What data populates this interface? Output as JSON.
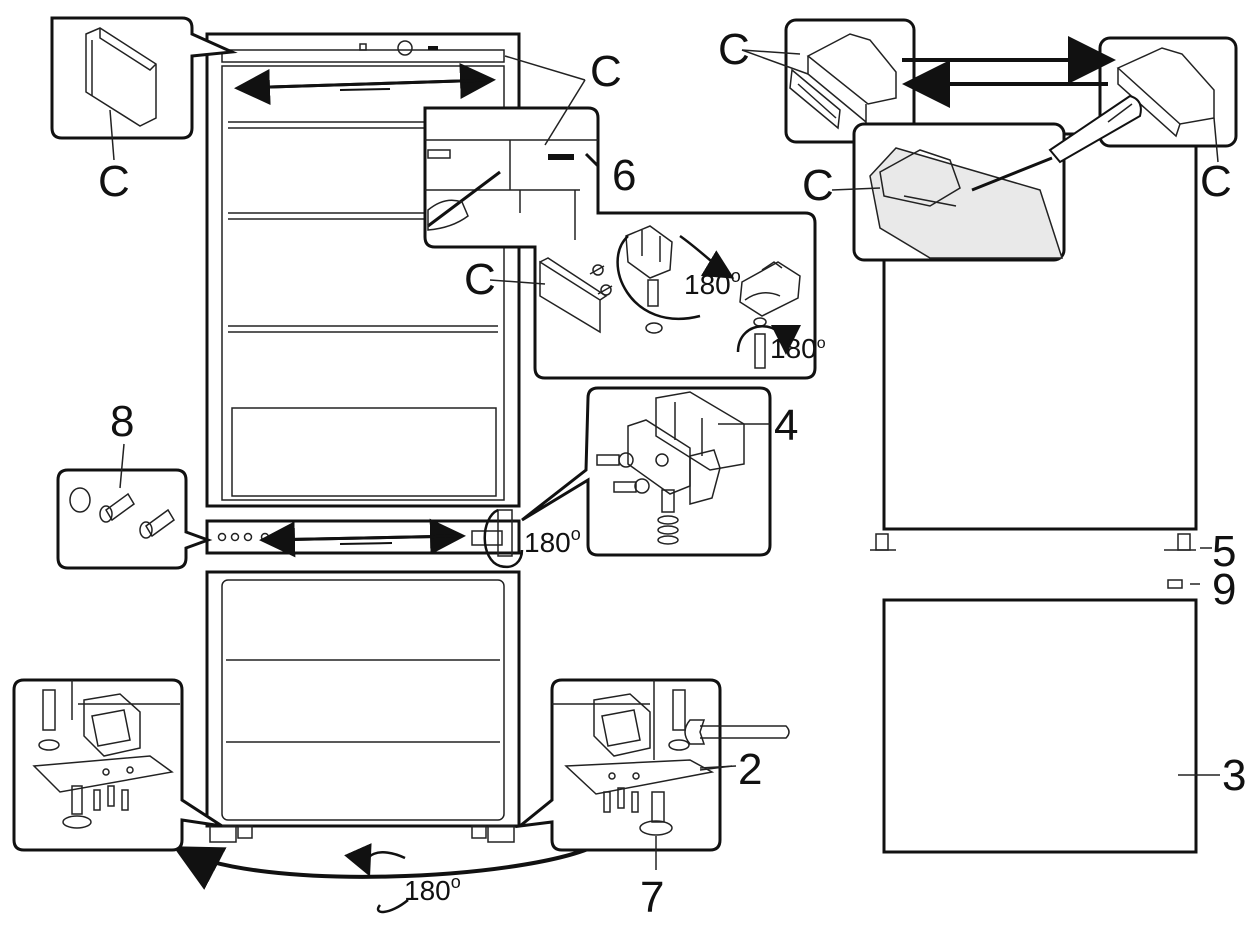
{
  "labels": {
    "c": "C",
    "n2": "2",
    "n3": "3",
    "n4": "4",
    "n5": "5",
    "n6": "6",
    "n7": "7",
    "n8": "8",
    "n9": "9"
  },
  "rotation": {
    "deg180": "180",
    "degree_symbol": "o"
  }
}
